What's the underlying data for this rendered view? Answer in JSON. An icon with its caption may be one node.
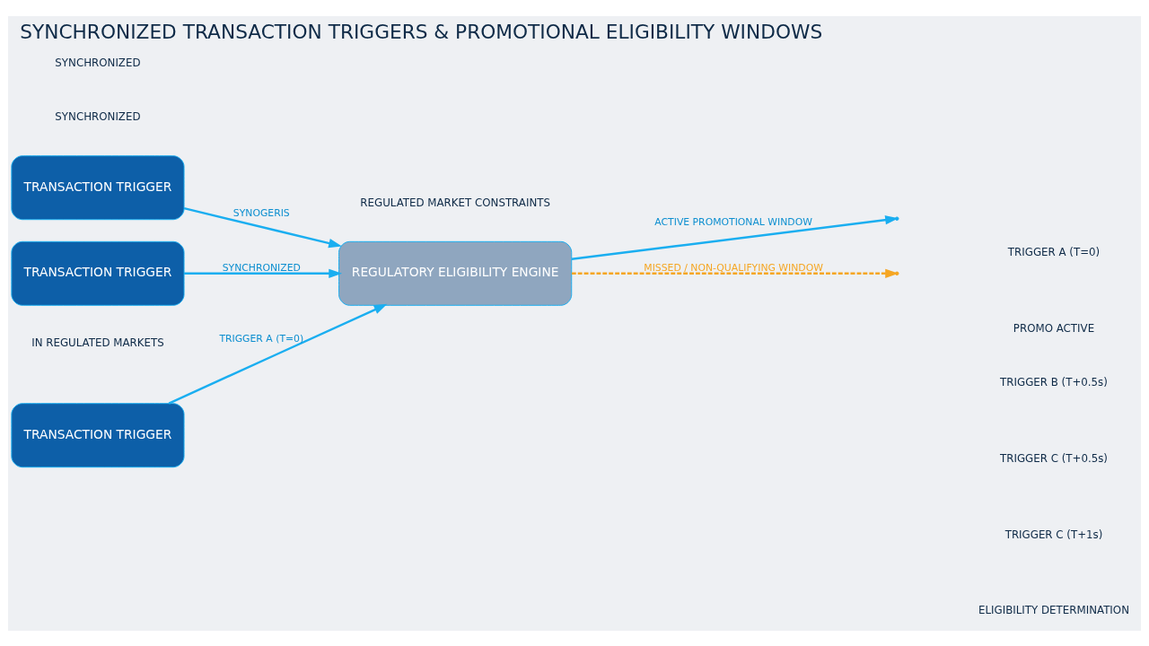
{
  "diagram": {
    "title": "SYNCHRONIZED TRANSACTION TRIGGERS & PROMOTIONAL ELIGIBILITY WINDOWS",
    "nodes": [
      {
        "text": [
          "TRANSACTION TRIGGER"
        ]
      },
      {
        "text": [
          "TRANSACTION TRIGGER"
        ]
      },
      {
        "text": [
          "TRANSACTION TRIGGER"
        ]
      },
      {
        "text": [
          "REGULATORY ELIGIBILITY ENGINE"
        ]
      }
    ],
    "edges": [
      {
        "from": 0,
        "to": 3,
        "arrow": "to",
        "label": "TRIGGER A (T=0)"
      },
      {
        "from": 1,
        "to": 3,
        "arrow": "to",
        "label": "SYNOGERIS"
      },
      {
        "from": 2,
        "to": 3,
        "arrow": "to",
        "label": "SYNCHRONIZED"
      },
      {
        "from": 3,
        "to": null,
        "arrow": "to",
        "label": "ACTIVE PROMOTIONAL WINDOW"
      },
      {
        "from": 3,
        "to": null,
        "arrow": "to",
        "label": "MISSED / NON-QUALIFYING WINDOW",
        "style": "dashed",
        "color": "#f5a623"
      }
    ],
    "labels": [
      "IN REGULATED MARKETS",
      "REGULATED MARKET CONSTRAINTS",
      "SYNCHRONIZED",
      "SYNCHRONIZED",
      "PROMO ACTIVE",
      "TRIGGER A (T=0)",
      "TRIGGER B (T+0.5s)",
      "TRIGGER C (T+0.5s)",
      "TRIGGER C (T+1s)",
      "ELIGIBILITY DETERMINATION"
    ]
  }
}
